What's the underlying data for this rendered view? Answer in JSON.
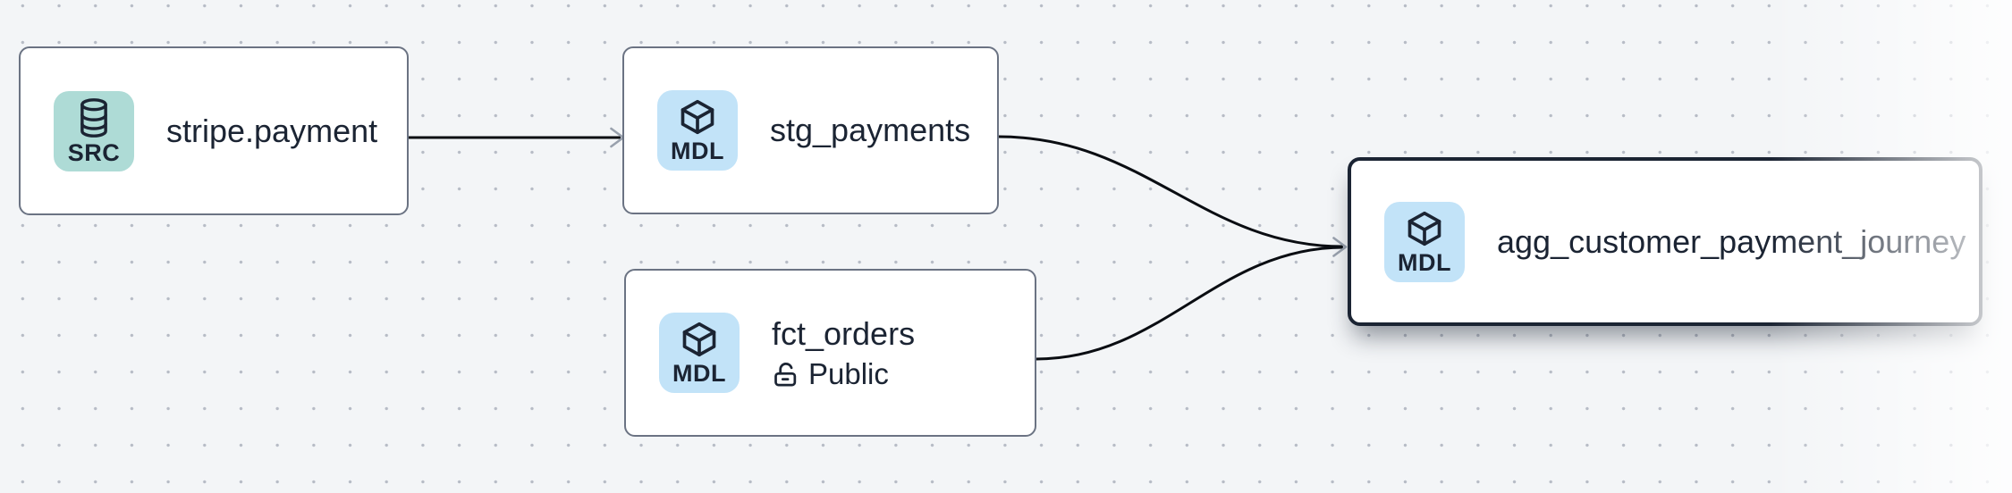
{
  "app_context": "data-lineage-graph",
  "canvas": {
    "background_color": "#f3f5f7",
    "dot_color": "#b7bcc6",
    "edge_color": "#0a0d12",
    "arrowhead_color": "#99a1ad"
  },
  "nodes": [
    {
      "title": "stripe.payment",
      "badge": {
        "label": "SRC",
        "icon": "database-icon",
        "color": "#aedbd6"
      },
      "selected": false
    },
    {
      "title": "stg_payments",
      "badge": {
        "label": "MDL",
        "icon": "cube-icon",
        "color": "#c2e3f8"
      },
      "selected": false
    },
    {
      "title": "fct_orders",
      "subtitle": "Public",
      "subtitle_icon": "lock-open-icon",
      "badge": {
        "label": "MDL",
        "icon": "cube-icon",
        "color": "#c2e3f8"
      },
      "selected": false
    },
    {
      "title": "agg_customer_payment_journey",
      "badge": {
        "label": "MDL",
        "icon": "cube-icon",
        "color": "#c2e3f8"
      },
      "selected": true,
      "border_color": "#1b2433"
    }
  ],
  "edges": [
    {
      "from": "stripe.payment",
      "to": "stg_payments"
    },
    {
      "from": "stg_payments",
      "to": "agg_customer_payment_journey"
    },
    {
      "from": "fct_orders",
      "to": "agg_customer_payment_journey"
    }
  ]
}
